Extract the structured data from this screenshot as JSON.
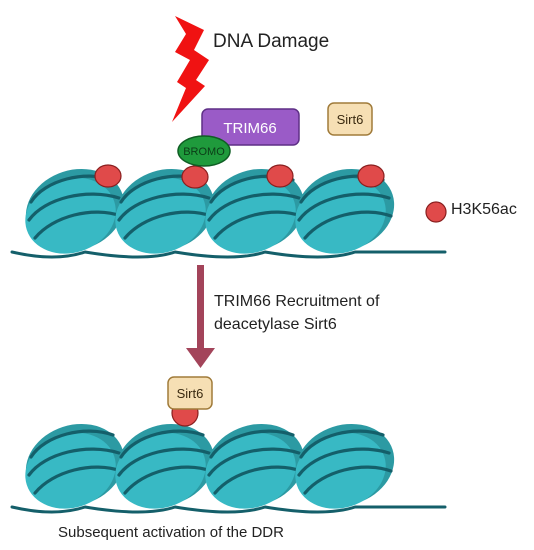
{
  "event": {
    "label": "DNA Damage",
    "icon": "lightning-bolt-icon",
    "color": "#f01212"
  },
  "proteins": {
    "trim66": {
      "label": "TRIM66",
      "fill": "#9a5bc7",
      "stroke": "#5e2f86"
    },
    "bromo": {
      "label": "BROMO",
      "fill": "#1f9a3c",
      "stroke": "#0f5e24"
    },
    "sirt6": {
      "label": "Sirt6",
      "fill": "#f6dfb4",
      "stroke": "#a07b3a"
    }
  },
  "legend": {
    "label": "H3K56ac",
    "color": "#e04a4a"
  },
  "step": {
    "line1": "TRIM66 Recruitment of",
    "line2": "deacetylase Sirt6",
    "arrow_color": "#a3445a"
  },
  "outcome": {
    "label": "Subsequent activation of the DDR"
  },
  "colors": {
    "nucleosome": "#38b9c4",
    "nucleosome_dark": "#2c9aa3",
    "dna": "#145f6a"
  }
}
